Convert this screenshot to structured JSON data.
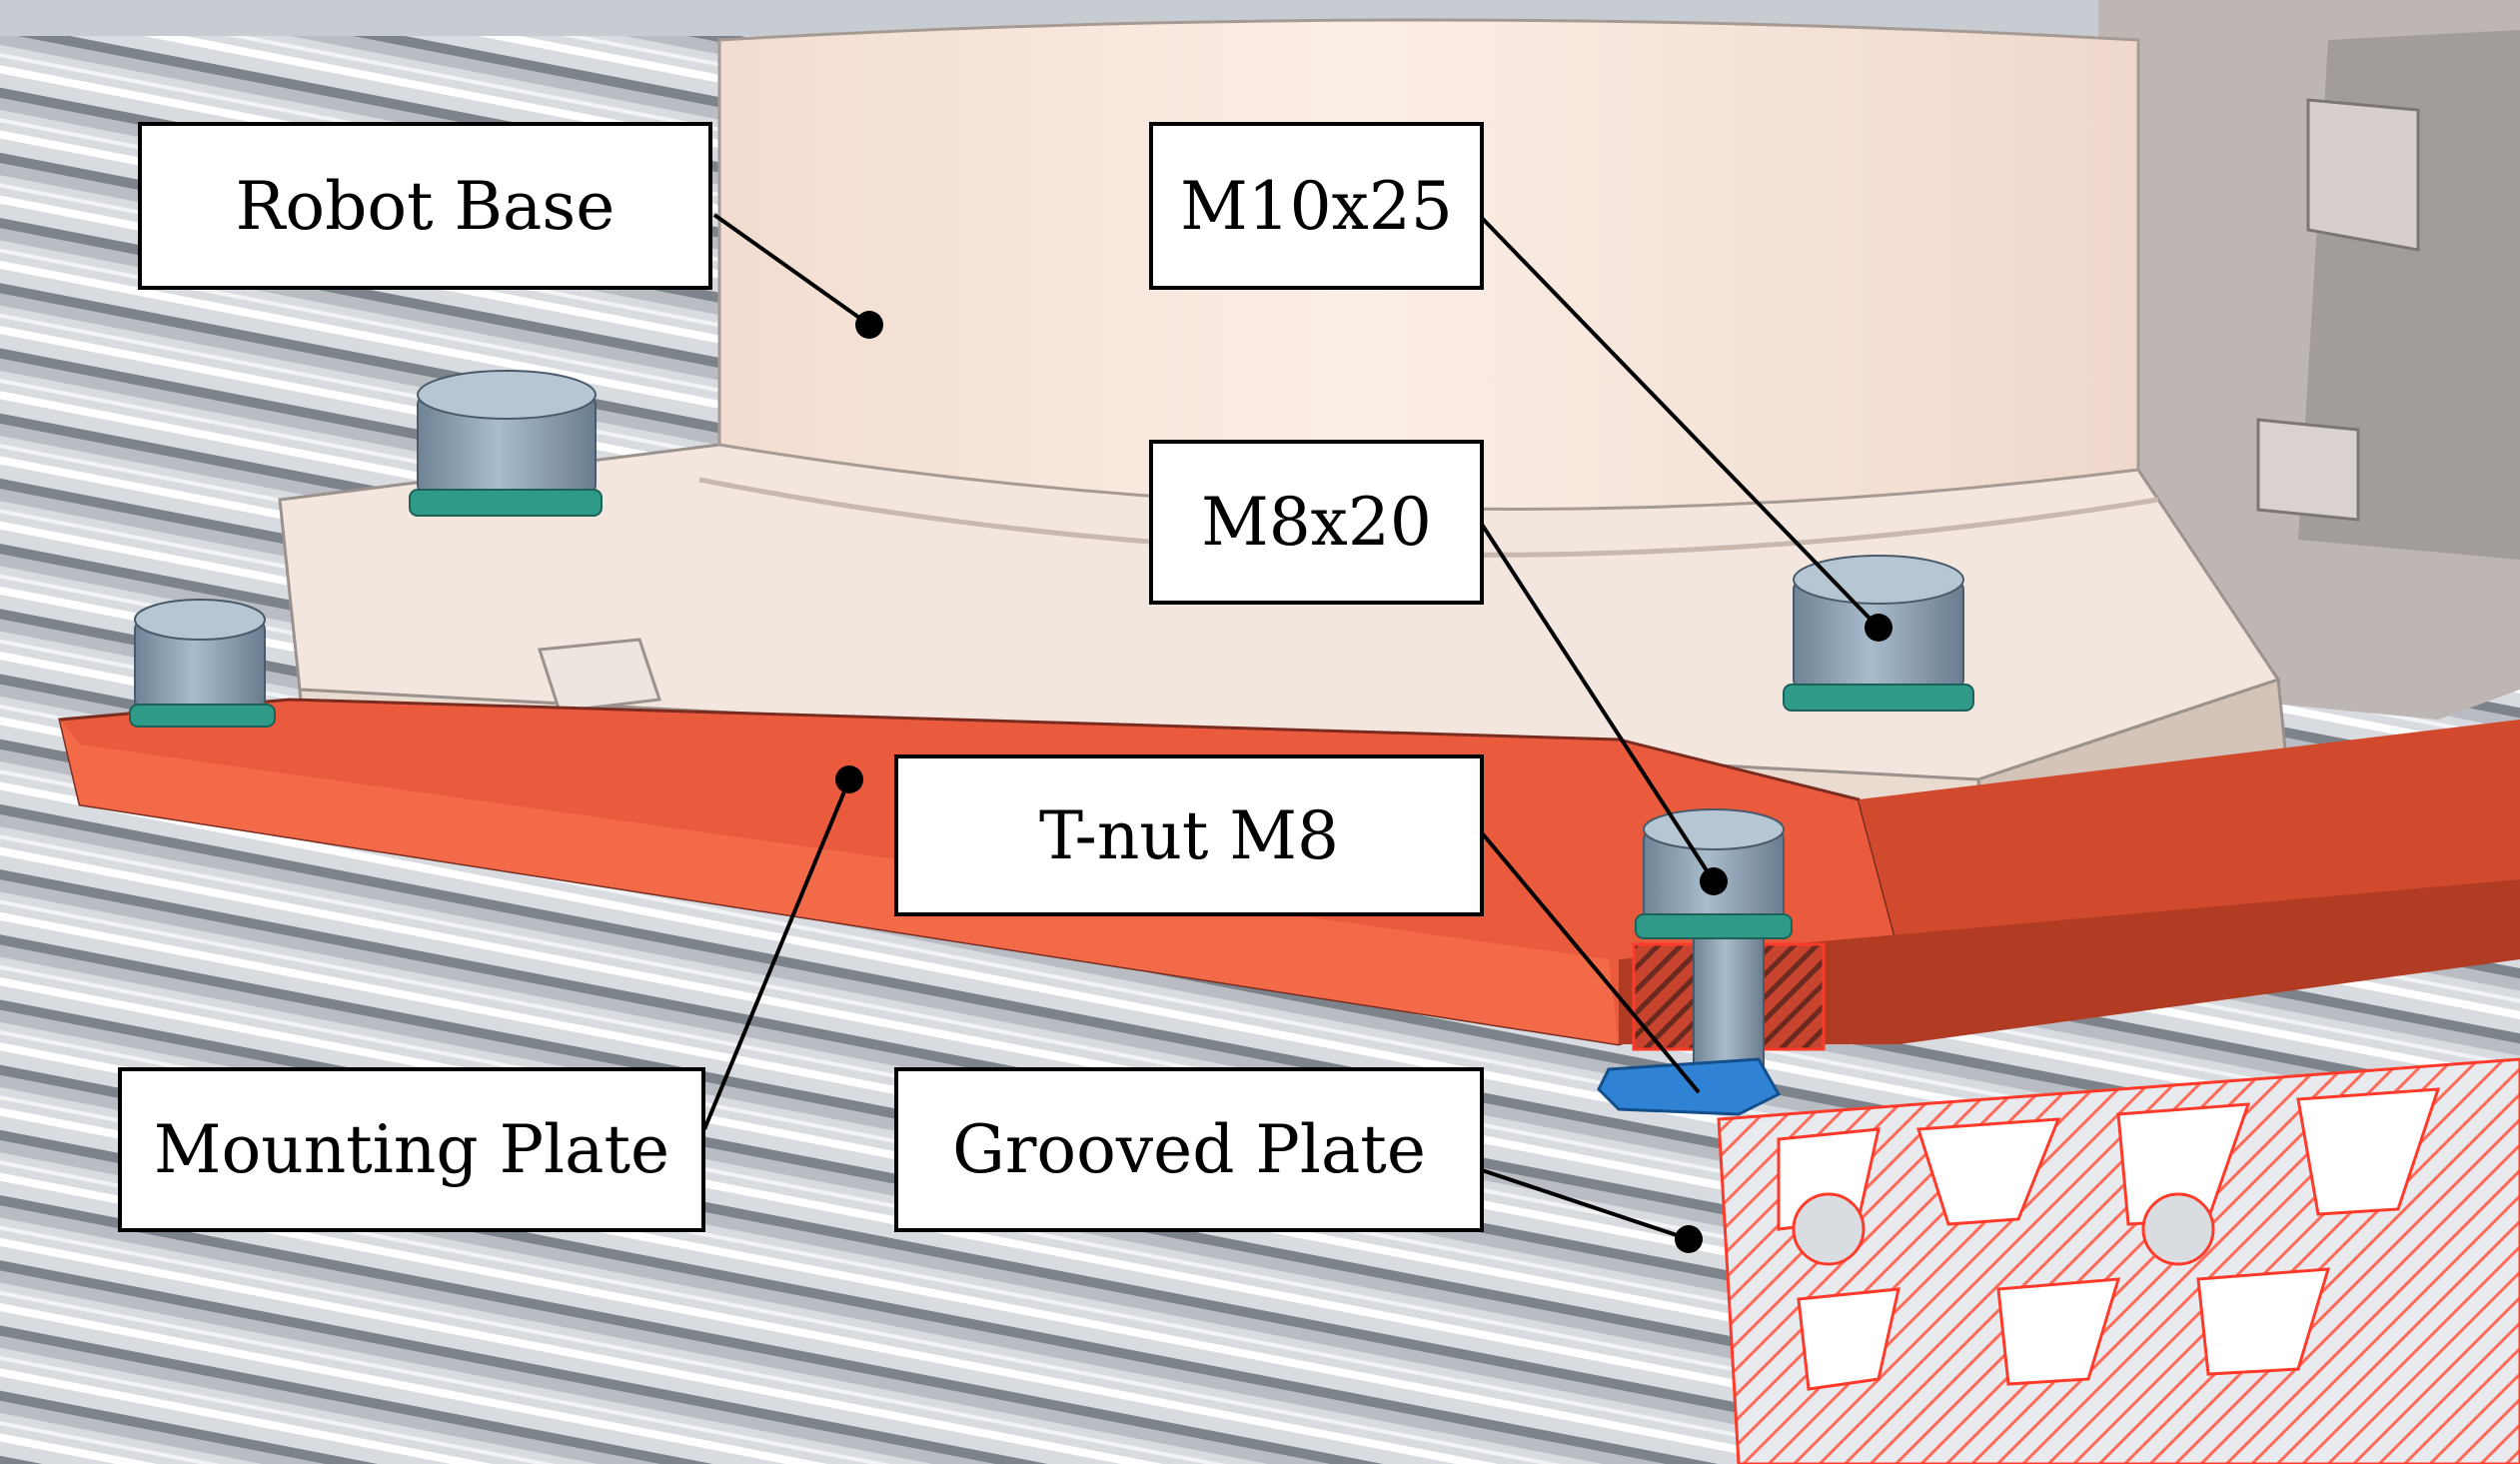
{
  "labels": {
    "robot_base": "Robot Base",
    "m10x25": "M10x25",
    "m8x20": "M8x20",
    "t_nut": "T-nut M8",
    "mounting_plate": "Mounting Plate",
    "grooved_plate": "Grooved Plate"
  },
  "colors": {
    "background_gray": "#c9ccd1",
    "rail_light": "#d7dade",
    "rail_dark": "#8a8f96",
    "robot_base": "#f6e6dc",
    "mounting_plate": "#e9573a",
    "mounting_plate_dark": "#b8432a",
    "bolt": "#7f93a6",
    "washer": "#3a9a8a",
    "t_nut": "#2e7fd0",
    "section_red": "#ff4a3a",
    "leader_line": "#000000"
  }
}
